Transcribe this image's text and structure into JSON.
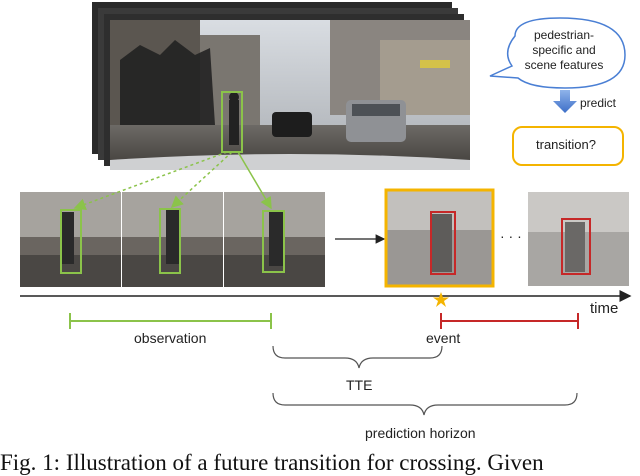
{
  "bubble": {
    "line1": "pedestrian-",
    "line2": "specific and",
    "line3": "scene features"
  },
  "predict_label": "predict",
  "transition_label": "transition?",
  "dots": "· · ·",
  "time_label": "time",
  "observation_label": "observation",
  "event_label": "event",
  "tte_label": "TTE",
  "prediction_horizon_label": "prediction horizon",
  "caption": "Fig. 1: Illustration of a future transition for crossing. Given",
  "colors": {
    "observation": "#8bc34a",
    "event": "#c62828",
    "highlight": "#f4b400",
    "bubble_border": "#4a7fd4",
    "arrow": "#4a7fd4"
  }
}
